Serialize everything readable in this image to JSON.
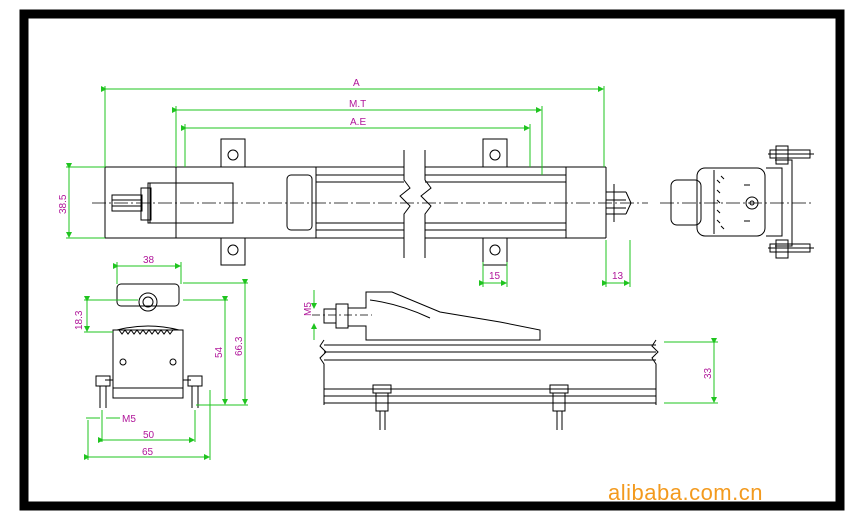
{
  "drawing": {
    "top_view": {
      "label_overall_length": "A",
      "label_measuring_travel": "M.T",
      "label_effective": "A.E",
      "label_height": "38.5",
      "label_slot_width": "15",
      "label_end_offset": "13"
    },
    "end_view": {
      "label_width_top": "38",
      "label_offset": "18.3",
      "label_height_54": "54",
      "label_height_66": "66.3",
      "label_thread": "M5",
      "label_hole_spacing": "50",
      "label_total_width": "65"
    },
    "side_view": {
      "label_thread": "M5",
      "label_height": "33"
    }
  },
  "watermark": "alibaba.com.cn",
  "colors": {
    "line": "#000000",
    "dimension": "#1fc41f",
    "text": "#b0169a",
    "centerline": "#000000",
    "watermark": "#f39a1e",
    "border": "#000000"
  }
}
